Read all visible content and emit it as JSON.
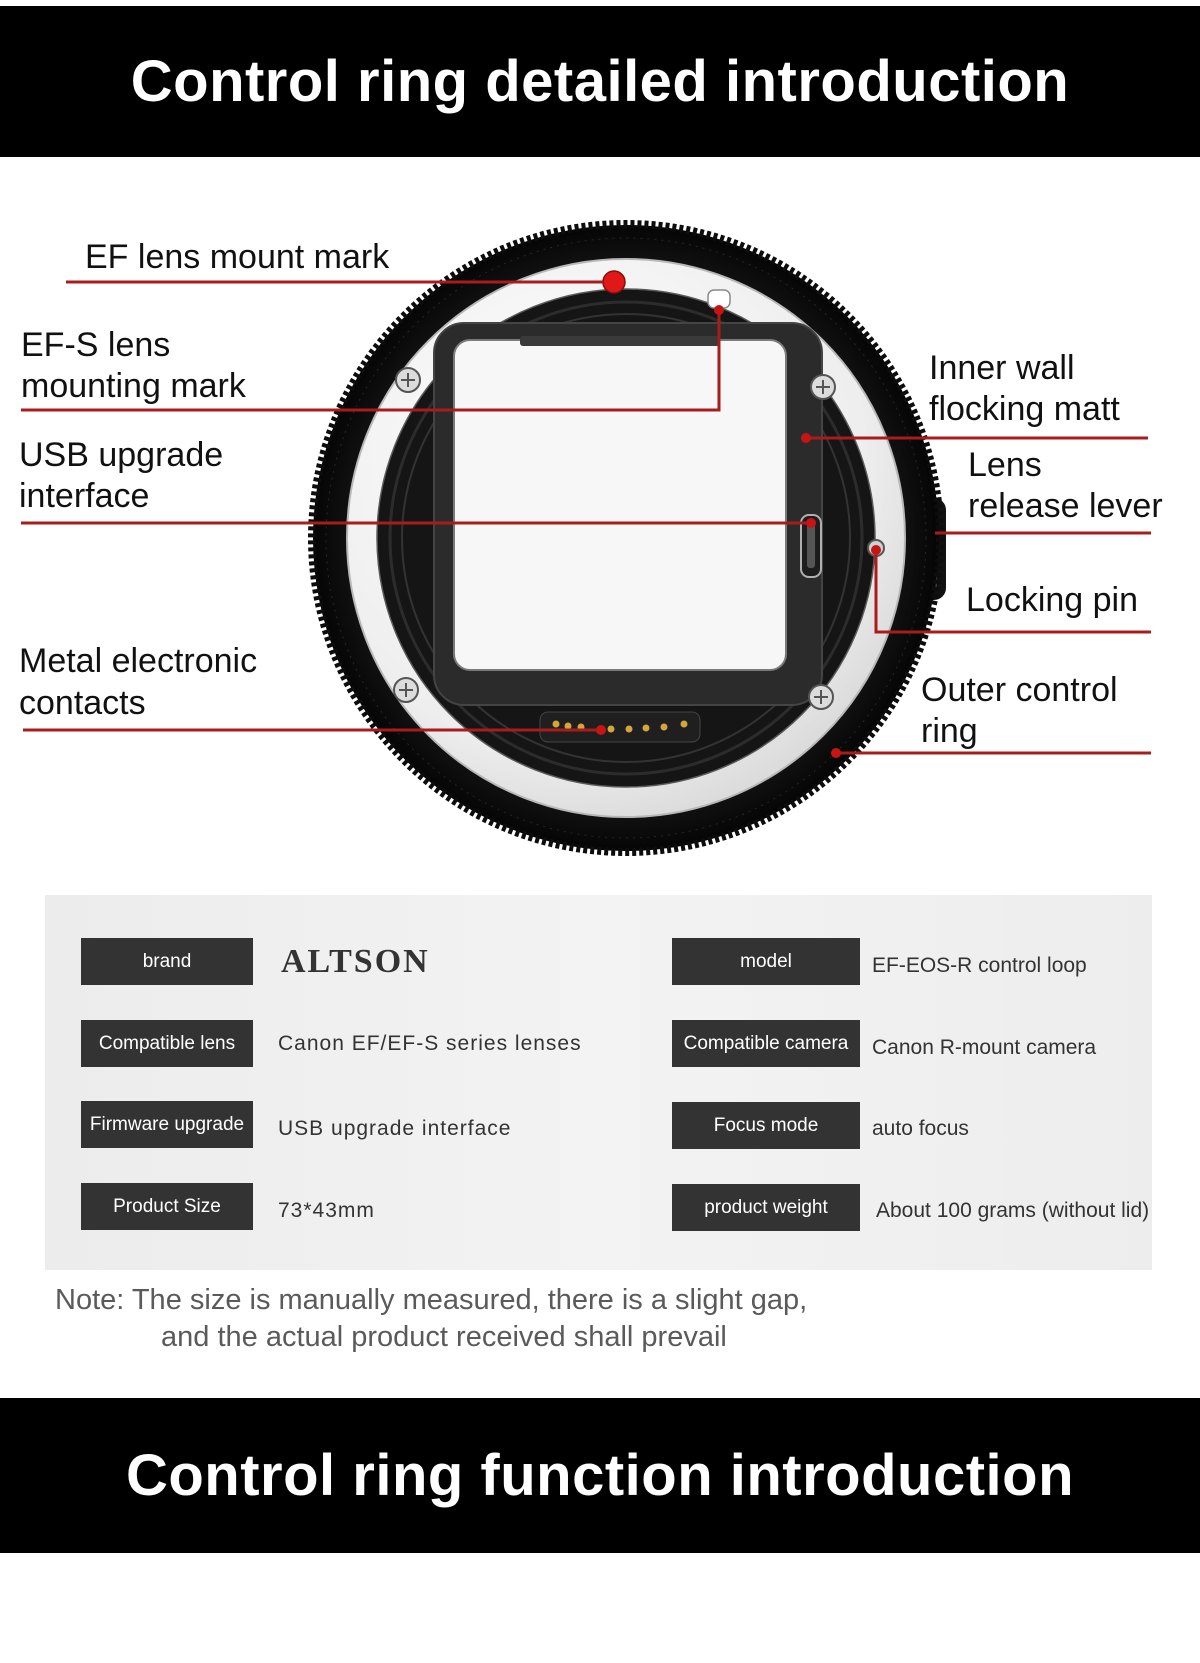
{
  "header": {
    "title": "Control ring detailed introduction"
  },
  "diagram": {
    "callouts": [
      {
        "id": "ef-mount-mark",
        "lines": [
          "EF lens mount mark"
        ]
      },
      {
        "id": "efs-mount-mark",
        "lines": [
          "EF-S lens",
          "mounting mark"
        ]
      },
      {
        "id": "usb-interface",
        "lines": [
          "USB upgrade",
          "interface"
        ]
      },
      {
        "id": "metal-contacts",
        "lines": [
          "Metal electronic",
          "contacts"
        ]
      },
      {
        "id": "inner-wall",
        "lines": [
          "Inner wall",
          "flocking matt"
        ]
      },
      {
        "id": "release-lever",
        "lines": [
          "Lens",
          "release lever"
        ]
      },
      {
        "id": "locking-pin",
        "lines": [
          "Locking pin"
        ]
      },
      {
        "id": "outer-control-ring",
        "lines": [
          "Outer control",
          "ring"
        ]
      }
    ]
  },
  "specs": {
    "left": [
      {
        "label": "brand",
        "value": "ALTSON"
      },
      {
        "label": "Compatible lens",
        "value": "Canon EF/EF-S series lenses"
      },
      {
        "label": "Firmware upgrade",
        "value": "USB upgrade interface"
      },
      {
        "label": "Product Size",
        "value": "73*43mm"
      }
    ],
    "right": [
      {
        "label": "model",
        "value": "EF-EOS-R control loop"
      },
      {
        "label": "Compatible camera",
        "value": "Canon R-mount camera"
      },
      {
        "label": "Focus mode",
        "value": "auto focus"
      },
      {
        "label": "product weight",
        "value": "About 100 grams (without lid)"
      }
    ]
  },
  "note": {
    "line1": "Note: The size is manually measured, there is a slight gap,",
    "line2": "and the actual product received shall prevail"
  },
  "footer": {
    "title": "Control ring function introduction"
  },
  "colors": {
    "banner": "#000000",
    "callout_line": "#a81c1c",
    "callout_dot": "#c81414",
    "label_box": "#333333",
    "spec_background": "#efefef",
    "mount_mark_red": "#e01818"
  }
}
